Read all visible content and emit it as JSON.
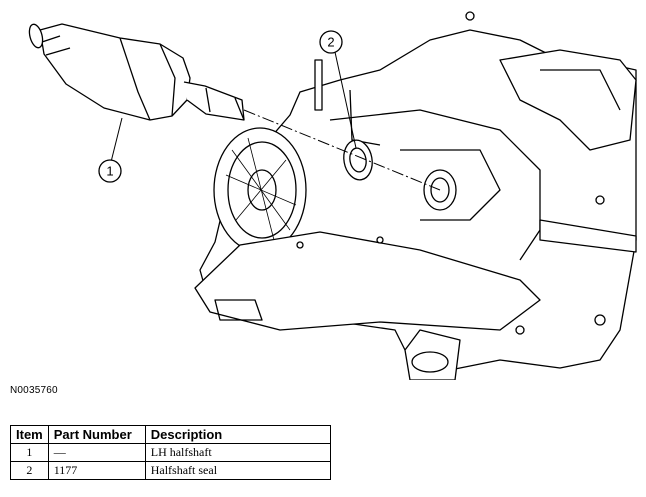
{
  "callouts": [
    {
      "number": "1"
    },
    {
      "number": "2"
    }
  ],
  "figure_id": "N0035760",
  "legend": {
    "headers": [
      "Item",
      "Part Number",
      "Description"
    ],
    "rows": [
      {
        "item": "1",
        "part_number": "—",
        "description": "LH halfshaft"
      },
      {
        "item": "2",
        "part_number": "1177",
        "description": "Halfshaft seal"
      }
    ]
  }
}
